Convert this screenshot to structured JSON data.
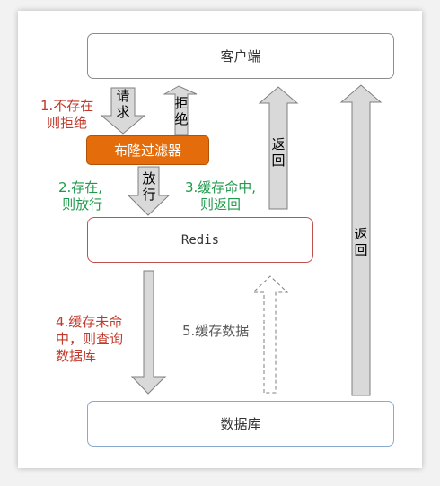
{
  "nodes": {
    "client": "客户端",
    "filter": "布隆过滤器",
    "redis": "Redis",
    "database": "数据库"
  },
  "arrows": {
    "request": "请求",
    "reject": "拒绝",
    "pass": "放行",
    "return_from_redis": "返回",
    "return_from_db": "返回"
  },
  "annotations": {
    "step1_line1": "1.不存在",
    "step1_line2": "则拒绝",
    "step2_line1": "2.存在,",
    "step2_line2": "则放行",
    "step3_line1": "3.缓存命中,",
    "step3_line2": "则返回",
    "step4_line1": "4.缓存未命",
    "step4_line2": "中，则查询",
    "step4_line3": "数据库",
    "step5": "5.缓存数据"
  },
  "colors": {
    "filter_fill": "#e46c0a",
    "arrow_fill": "#d9d9d9",
    "red_text": "#c0392b",
    "green_text": "#1e9a4b"
  }
}
